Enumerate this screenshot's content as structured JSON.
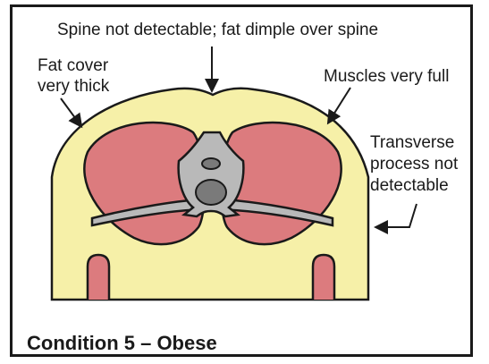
{
  "labels": {
    "spine": "Spine not detectable; fat dimple over spine",
    "fat_cover_line1": "Fat cover",
    "fat_cover_line2": "very thick",
    "muscles": "Muscles very full",
    "transverse_line1": "Transverse",
    "transverse_line2": "process not",
    "transverse_line3": "detectable"
  },
  "caption": "Condition 5 – Obese",
  "colors": {
    "fat": "#f6f0a8",
    "muscle": "#dc7b7e",
    "bone": "#b9b9b9",
    "outline": "#1a1a1a"
  }
}
